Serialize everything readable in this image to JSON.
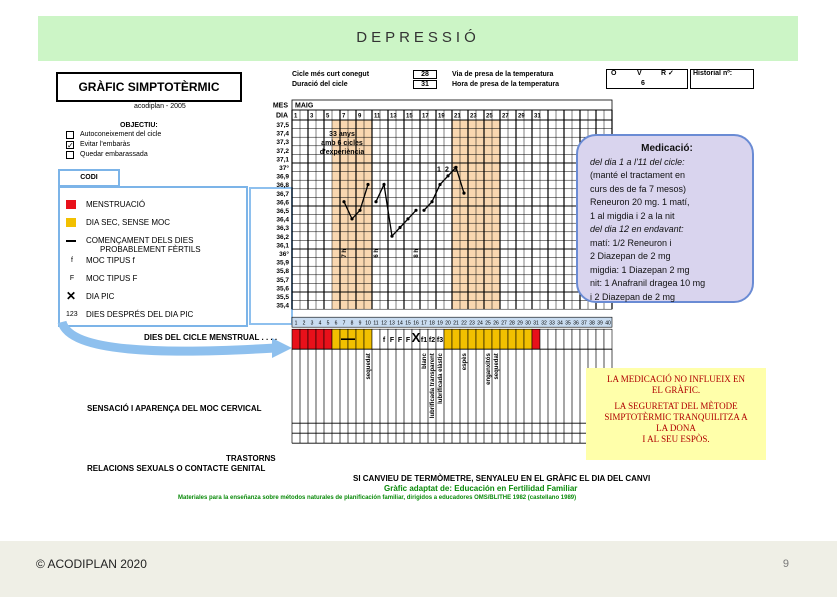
{
  "page": {
    "title": "DEPRESSIÓ",
    "copyright": "© ACODIPLAN 2020",
    "page_number": "9"
  },
  "chart_head": {
    "title": "GRÀFIC SIMPTOTÈRMIC",
    "source": "acodiplan - 2005",
    "cycle_short_label": "Cicle més curt conegut",
    "cycle_short_value": "28",
    "cycle_duration_label": "Duració del cicle",
    "cycle_duration_value": "31",
    "temp_route_label": "Via de presa de la temperatura",
    "temp_hour_label": "Hora de presa de la temperatura",
    "route_options": [
      "O",
      "V",
      "R ✓"
    ],
    "hour_value": "6",
    "history_label": "Historial nº:"
  },
  "objectives": {
    "heading": "OBJECTIU:",
    "items": [
      {
        "label": "Autoconeixement del cicle",
        "checked": false
      },
      {
        "label": "Evitar l'embaràs",
        "checked": true
      },
      {
        "label": "Quedar embarassada",
        "checked": false
      }
    ]
  },
  "codi": {
    "heading": "CODI",
    "items": [
      {
        "label": "MENSTRUACIÓ",
        "symbol": "red-square"
      },
      {
        "label": "DIA SEC, SENSE MOC",
        "symbol": "yellow-square"
      },
      {
        "label": "COMENÇAMENT DELS DIES",
        "label2": "PROBABLEMENT FÈRTILS",
        "symbol": "dash"
      },
      {
        "label": "MOC TIPUS  f",
        "symbol": "f"
      },
      {
        "label": "MOC TIPUS  F",
        "symbol": "F"
      },
      {
        "label": "DIA PIC",
        "symbol": "X"
      },
      {
        "label": "DIES DESPRÉS DEL DIA PIC",
        "symbol": "123"
      }
    ]
  },
  "grid": {
    "mes_label": "MES",
    "mes_value": "MAIG",
    "dia_label": "DIA",
    "day_labels": [
      "1",
      "3",
      "5",
      "7",
      "9",
      "11",
      "13",
      "15",
      "17",
      "19",
      "21",
      "23",
      "25",
      "27",
      "29",
      "31"
    ],
    "cycle_days_label": "DIES DEL CICLE MENSTRUAL . . . .",
    "cycle_days": [
      "1",
      "2",
      "3",
      "4",
      "5",
      "6",
      "7",
      "8",
      "9",
      "10",
      "11",
      "12",
      "13",
      "14",
      "15",
      "16",
      "17",
      "18",
      "19",
      "20",
      "21",
      "22",
      "23",
      "24",
      "25",
      "26",
      "27",
      "28",
      "29",
      "30",
      "31",
      "32",
      "33",
      "34",
      "35",
      "36",
      "37",
      "38",
      "39",
      "40"
    ],
    "age_note": [
      "33 anys",
      "amb 6 cicles",
      "d'experiència"
    ],
    "sensation_label": "SENSACIÓ  I APARENÇA  DEL  MOC CERVICAL",
    "disorders_label": "TRASTORNS",
    "relations_label": "RELACIONS SEXUALS O CONTACTE GENITAL",
    "code_marks": [
      "f",
      "F",
      "F",
      "F",
      "X",
      "f1",
      "f2",
      "f3"
    ],
    "sensation_texts": [
      "sequedat",
      "blanc",
      "lubrificada transparent",
      "lubrificada elàstic",
      "espès",
      "enganxitós",
      "sequedat"
    ],
    "time_notes": [
      "7 h",
      "6 h",
      "8 h"
    ],
    "peak_marks": [
      "1",
      "2",
      "3"
    ]
  },
  "chart_data": {
    "type": "line",
    "title": "GRÀFIC SIMPTOTÈRMIC",
    "xlabel": "DIES DEL CICLE MENSTRUAL",
    "ylabel": "",
    "y_ticks": [
      "37,5",
      "37,4",
      "37,3",
      "37,2",
      "37,1",
      "37°",
      "36,9",
      "36,8",
      "36,7",
      "36,6",
      "36,5",
      "36,4",
      "36,3",
      "36,2",
      "36,1",
      "36°",
      "35,9",
      "35,8",
      "35,7",
      "35,6",
      "35,5",
      "35,4"
    ],
    "ylim": [
      35.4,
      37.5
    ],
    "series": [
      {
        "x": [
          7,
          8,
          9,
          10
        ],
        "y": [
          36.6,
          36.4,
          36.5,
          36.8
        ]
      },
      {
        "x": [
          11,
          12,
          13,
          14,
          15,
          16
        ],
        "y": [
          36.6,
          36.8,
          36.2,
          36.3,
          36.4,
          36.5
        ]
      },
      {
        "x": [
          17,
          18,
          19,
          20,
          21,
          22
        ],
        "y": [
          36.5,
          36.6,
          36.8,
          36.9,
          37.0,
          36.7
        ]
      }
    ],
    "menstruation_days": [
      1,
      2,
      3,
      4,
      5,
      31
    ],
    "dry_days": [
      6,
      7,
      8,
      9,
      10,
      20,
      21,
      22,
      23,
      24,
      25,
      26,
      27,
      28,
      29,
      30
    ],
    "shaded_bands": [
      [
        6,
        10
      ],
      [
        21,
        26
      ]
    ],
    "colors": {
      "menstruation": "#e8101a",
      "dry": "#f2c000",
      "shade": "#f9d7b0",
      "line": "#000000"
    }
  },
  "medication": {
    "title": "Medicació:",
    "lines": [
      {
        "t": "del dia 1 a l'11 del cicle:",
        "i": true
      },
      {
        "t": "(manté el tractament en",
        "i": false
      },
      {
        "t": "curs des de fa 7 mesos)",
        "i": false
      },
      {
        "t": "Reneuron 20 mg. 1 matí,",
        "i": false
      },
      {
        "t": "1 al migdia i 2 a la nit",
        "i": false
      },
      {
        "t": "del dia 12 en endavant:",
        "i": true
      },
      {
        "t": "matí: 1/2 Reneuron i",
        "i": false
      },
      {
        "t": "2 Diazepan de 2 mg",
        "i": false
      },
      {
        "t": "migdia: 1 Diazepan 2 mg",
        "i": false
      },
      {
        "t": "nit: 1 Anafranil dragea 10 mg",
        "i": false
      },
      {
        "t": "i 2 Diazepan de 2 mg",
        "i": false
      }
    ]
  },
  "note": {
    "l1": "LA MEDICACIÓ NO INFLUEIX EN",
    "l2": "EL GRÀFIC.",
    "l3": "LA SEGURETAT DEL MÈTODE",
    "l4": "SIMPTOTÈRMIC TRANQUILITZA A",
    "l5": "LA DONA",
    "l6": "I AL SEU ESPÒS."
  },
  "bottom": {
    "change_note": "SI CANVIEU DE TERMÒMETRE, SENYALEU EN EL GRÀFIC EL DIA DEL CANVI",
    "adapted": "Gràfic adaptat de:  Educación en Fertilidad Familiar",
    "materials": "Materiales para la enseñanza sobre métodos naturales de planificación familiar, dirigidos a educadores OMS/BLITHE 1982 (castellano 1989)"
  }
}
